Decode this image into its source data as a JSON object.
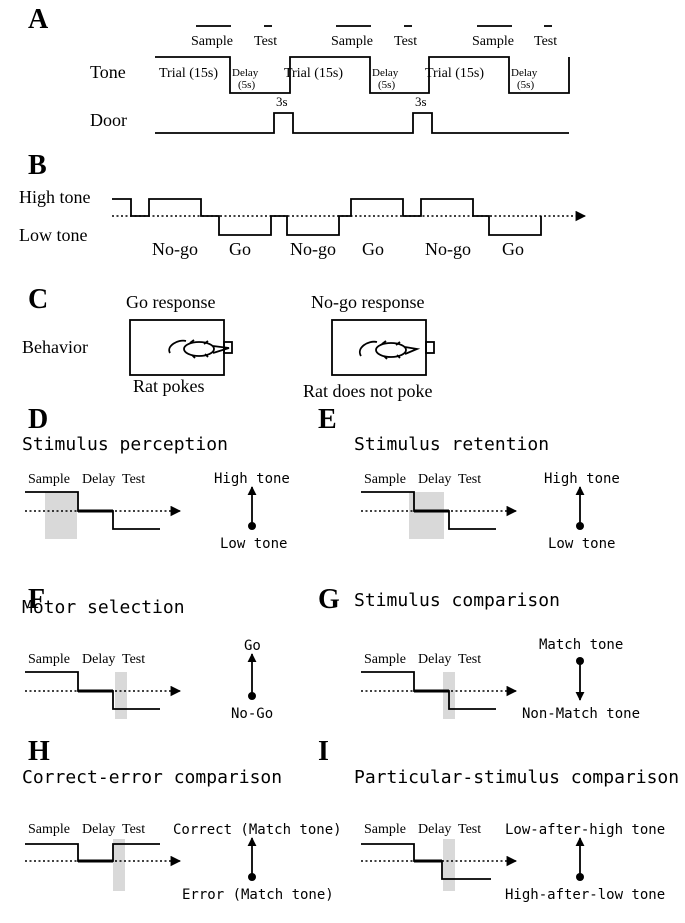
{
  "panelA": {
    "letter": "A",
    "tone_label": "Tone",
    "door_label": "Door",
    "sample_label": "Sample",
    "test_label": "Test",
    "trial_label": "Trial (15s)",
    "delay_label": "Delay",
    "delay_sub": "(5s)",
    "door_open_label": "3s"
  },
  "panelB": {
    "letter": "B",
    "high_label": "High tone",
    "low_label": "Low tone",
    "responses": [
      "No-go",
      "Go",
      "No-go",
      "Go",
      "No-go",
      "Go"
    ]
  },
  "panelC": {
    "letter": "C",
    "behavior_label": "Behavior",
    "go_title": "Go response",
    "go_caption": "Rat pokes",
    "nogo_title": "No-go response",
    "nogo_caption": "Rat does not poke"
  },
  "axis": {
    "sample": "Sample",
    "delay": "Delay",
    "test": "Test"
  },
  "panels": [
    {
      "letter": "D",
      "title": "Stimulus perception",
      "top_label": "High tone",
      "bottom_label": "Low tone",
      "arrow": "up"
    },
    {
      "letter": "E",
      "title": "Stimulus retention",
      "top_label": "High tone",
      "bottom_label": "Low tone",
      "arrow": "up"
    },
    {
      "letter": "F",
      "title": "Motor selection",
      "top_label": "Go",
      "bottom_label": "No-Go",
      "arrow": "up"
    },
    {
      "letter": "G",
      "title": "Stimulus comparison",
      "top_label": "Match tone",
      "bottom_label": "Non-Match tone",
      "arrow": "down"
    },
    {
      "letter": "H",
      "title": "Correct-error comparison",
      "top_label": "Correct (Match tone)",
      "bottom_label": "Error (Match tone)",
      "arrow": "up"
    },
    {
      "letter": "I",
      "title": "Particular-stimulus comparison",
      "top_label": "Low-after-high tone",
      "bottom_label": "High-after-low tone",
      "arrow": "up"
    }
  ]
}
